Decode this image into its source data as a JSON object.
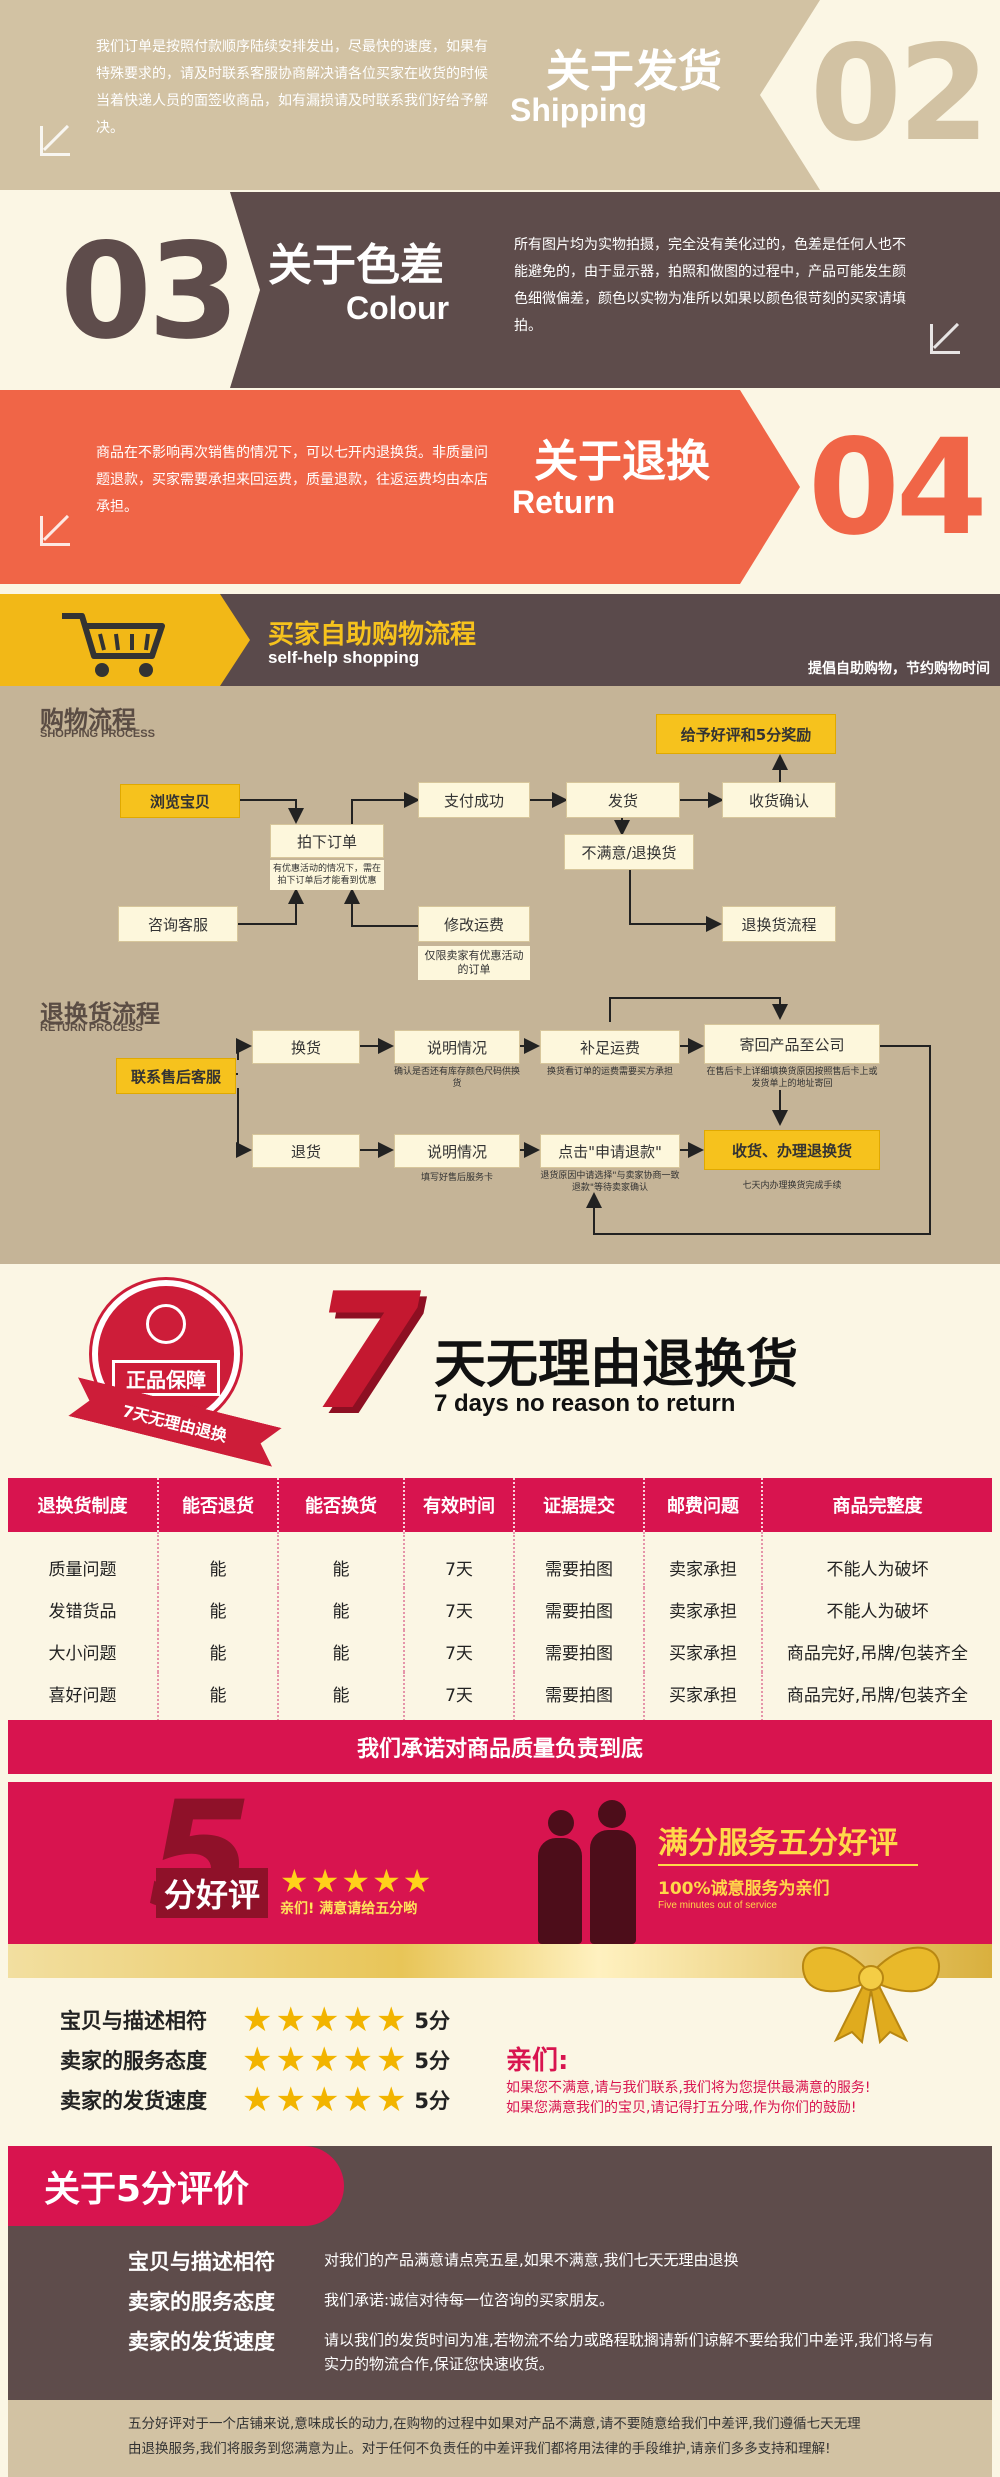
{
  "banners": {
    "shipping": {
      "text": "我们订单是按照付款顺序陆续安排发出，尽最快的速度，如果有特殊要求的，请及时联系客服协商解决请各位买家在收货的时候当着快递人员的面签收商品，如有漏损请及时联系我们好给予解决。",
      "title": "关于发货",
      "subtitle": "Shipping",
      "number": "02"
    },
    "colour": {
      "text": "所有图片均为实物拍摄，完全没有美化过的，色差是任何人也不能避免的，由于显示器，拍照和做图的过程中，产品可能发生颜色细微偏差，颜色以实物为准所以如果以颜色很苛刻的买家请填拍。",
      "title": "关于色差",
      "subtitle": "Colour",
      "number": "03"
    },
    "return": {
      "text": "商品在不影响再次销售的情况下，可以七开内退换货。非质量问题退款，买家需要承担来回运费，质量退款，往返运费均由本店承担。",
      "title": "关于退换",
      "subtitle": "Return",
      "number": "04"
    }
  },
  "flow": {
    "title": "买家自助购物流程",
    "subtitle": "self-help shopping",
    "right_text": "提倡自助购物，节约购物时间",
    "shopping": {
      "title": "购物流程",
      "en": "SHOPPING PROCESS",
      "browse": "浏览宝贝",
      "order": "拍下订单",
      "order_note": "有优惠活动的情况下，需在拍下订单后才能看到优惠",
      "paid": "支付成功",
      "ship": "发货",
      "receive": "收货确认",
      "reward": "给予好评和5分奖励",
      "unhappy": "不满意/退换货",
      "return_flow": "退换货流程",
      "consult": "咨询客服",
      "modify": "修改运费",
      "modify_note": "仅限卖家有优惠活动的订单"
    },
    "returns": {
      "title": "退换货流程",
      "en": "RETURN PROCESS",
      "contact": "联系售后客服",
      "exchange": "换货",
      "explain1": "说明情况",
      "explain1_note": "确认是否还有库存颜色尺码供换货",
      "pay_ship": "补足运费",
      "pay_ship_note": "换货看订单的运费需要买方承担",
      "send_back": "寄回产品至公司",
      "send_back_note": "在售后卡上详细填换货原因按照售后卡上或发货单上的地址寄回",
      "refund": "退货",
      "explain2": "说明情况",
      "explain2_note": "填写好售后服务卡",
      "apply": "点击\"申请退款\"",
      "apply_note": "退货原因中请选择\"与卖家协商一致退款\"等待卖家确认",
      "handle": "收货、办理退换货",
      "handle_note": "七天内办理换货完成手续"
    }
  },
  "seven": {
    "seal": "正品保障",
    "ribbon": "7天无理由退换",
    "num": "7",
    "title": "天无理由退换货",
    "en": "7 days no reason to return"
  },
  "table": {
    "headers": [
      "退换货制度",
      "能否退货",
      "能否换货",
      "有效时间",
      "证据提交",
      "邮费问题",
      "商品完整度"
    ],
    "rows": [
      [
        "质量问题",
        "能",
        "能",
        "7天",
        "需要拍图",
        "卖家承担",
        "不能人为破坏"
      ],
      [
        "发错货品",
        "能",
        "能",
        "7天",
        "需要拍图",
        "卖家承担",
        "不能人为破坏"
      ],
      [
        "大小问题",
        "能",
        "能",
        "7天",
        "需要拍图",
        "买家承担",
        "商品完好,吊牌/包装齐全"
      ],
      [
        "喜好问题",
        "能",
        "能",
        "7天",
        "需要拍图",
        "买家承担",
        "商品完好,吊牌/包装齐全"
      ]
    ],
    "promise": "我们承诺对商品质量负责到底"
  },
  "five": {
    "num": "5",
    "label": "分好评",
    "note": "亲们! 满意请给五分哟",
    "title": "满分服务五分好评",
    "sub": "100%诚意服务为亲们",
    "en": "Five minutes out of service"
  },
  "ratings": [
    {
      "label": "宝贝与描述相符",
      "value": "5分",
      "stars": 5
    },
    {
      "label": "卖家的服务态度",
      "value": "5分",
      "stars": 5
    },
    {
      "label": "卖家的发货速度",
      "value": "5分",
      "stars": 5
    }
  ],
  "qin": {
    "title": "亲们:",
    "line1": "如果您不满意,请与我们联系,我们将为您提供最满意的服务!",
    "line2": "如果您满意我们的宝贝,请记得打五分哦,作为你们的鼓励!"
  },
  "about5": {
    "tag": "关于5分评价",
    "rows": [
      {
        "label": "宝贝与描述相符",
        "text": "对我们的产品满意请点亮五星,如果不满意,我们七天无理由退换"
      },
      {
        "label": "卖家的服务态度",
        "text": "我们承诺:诚信对待每一位咨询的买家朋友。"
      },
      {
        "label": "卖家的发货速度",
        "text": "请以我们的发货时间为准,若物流不给力或路程耽搁请新们谅解不要给我们中差评,我们将与有实力的物流合作,保证您快速收货。"
      }
    ],
    "footer": "五分好评对于一个店铺来说,意味成长的动力,在购物的过程中如果对产品不满意,请不要随意给我们中差评,我们遵循七天无理由退换服务,我们将服务到您满意为止。对于任何不负责任的中差评我们都将用法律的手段维护,请亲们多多支持和理解!"
  },
  "colors": {
    "tan": "#d2c2a3",
    "brown": "#5e4c4b",
    "coral": "#f06547",
    "red": "#d8144f",
    "yellow": "#f6c21d"
  }
}
